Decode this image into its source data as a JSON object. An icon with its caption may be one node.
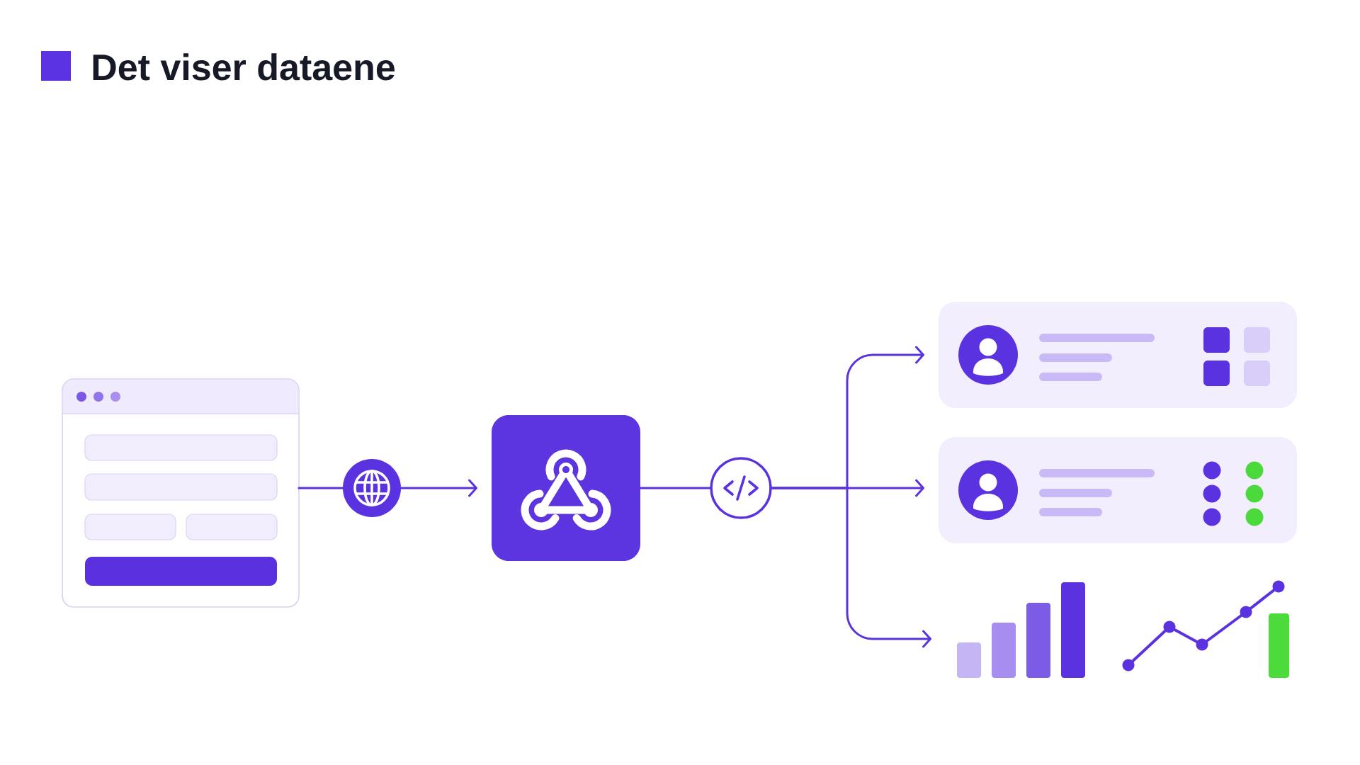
{
  "diagram": {
    "title": "Det viser dataene",
    "nodes": [
      {
        "text": [],
        "shape": "picture"
      },
      {
        "text": [],
        "shape": "circle"
      },
      {
        "text": [],
        "shape": "box"
      },
      {
        "text": [],
        "shape": "circle"
      },
      {
        "text": [],
        "shape": "box"
      },
      {
        "text": [],
        "shape": "box"
      },
      {
        "text": [],
        "shape": "picture"
      }
    ],
    "edges": [
      {
        "from": 0,
        "to": 1,
        "arrow": "none"
      },
      {
        "from": 1,
        "to": 2,
        "arrow": "to"
      },
      {
        "from": 2,
        "to": 3,
        "arrow": "none"
      },
      {
        "from": 3,
        "to": 4,
        "arrow": "to"
      },
      {
        "from": 3,
        "to": 5,
        "arrow": "to"
      },
      {
        "from": 3,
        "to": 6,
        "arrow": "to"
      }
    ]
  }
}
